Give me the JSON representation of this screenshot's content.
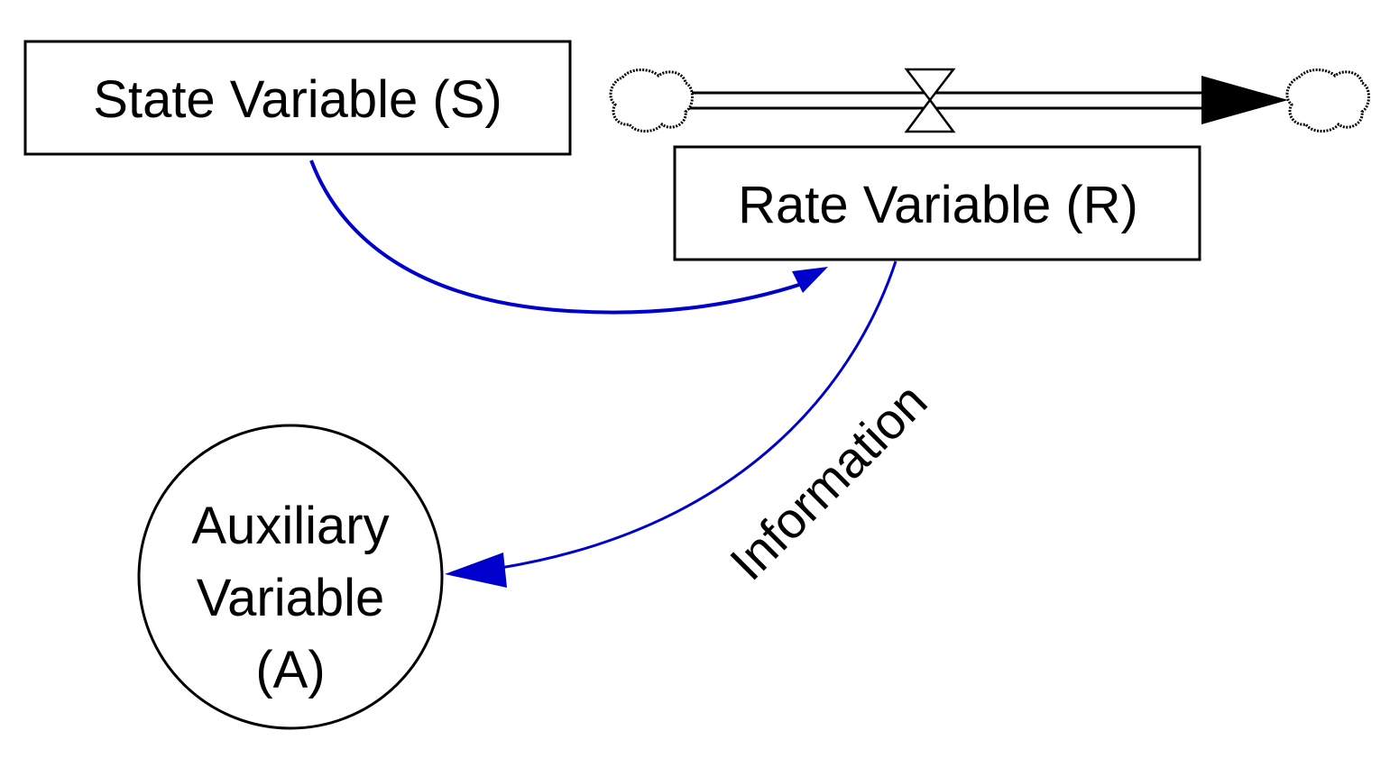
{
  "nodes": {
    "state": {
      "label": "State Variable (S)"
    },
    "rate": {
      "label": "Rate Variable (R)"
    },
    "auxiliary": {
      "lines": [
        "Auxiliary",
        "Variable",
        "(A)"
      ]
    }
  },
  "links": {
    "information_label": "Information"
  },
  "colors": {
    "connector": "#0000cc",
    "outline": "#000000",
    "background": "#ffffff"
  },
  "icons": {
    "source": "cloud-icon",
    "sink": "cloud-icon",
    "valve": "valve-icon"
  }
}
